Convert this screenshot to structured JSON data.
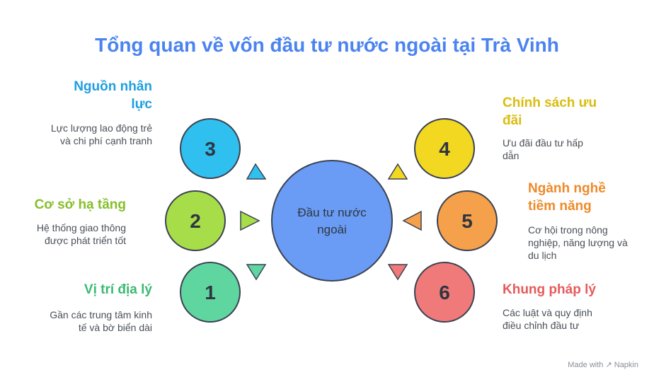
{
  "title": "Tổng quan về vốn đầu tư nước ngoài tại Trà Vinh",
  "center": {
    "line1": "Đầu tư nước",
    "line2": "ngoài",
    "color": "#6a9cf5"
  },
  "items": [
    {
      "number": "1",
      "heading": "Vị trí địa lý",
      "desc": "Gần các trung tâm kinh tế và bờ biển dài",
      "color": "#5fd6a0",
      "head_color": "#3bba72"
    },
    {
      "number": "2",
      "heading": "Cơ sở hạ tầng",
      "desc": "Hệ thống giao thông được phát triển tốt",
      "color": "#a8dd4a",
      "head_color": "#86bf2a"
    },
    {
      "number": "3",
      "heading": "Nguồn nhân lực",
      "desc": "Lực lượng lao động trẻ và chi phí cạnh tranh",
      "color": "#2fc0f0",
      "head_color": "#1e9fe0"
    },
    {
      "number": "4",
      "heading": "Chính sách ưu đãi",
      "desc": "Ưu đãi đầu tư hấp dẫn",
      "color": "#f2d820",
      "head_color": "#d9bd10"
    },
    {
      "number": "5",
      "heading": "Ngành nghề tiềm năng",
      "desc": "Cơ hội trong nông nghiệp, năng lượng và du lịch",
      "color": "#f5a04a",
      "head_color": "#ee8a2a"
    },
    {
      "number": "6",
      "heading": "Khung pháp lý",
      "desc": "Các luật và quy định điều chỉnh đầu tư",
      "color": "#f07a7a",
      "head_color": "#e65a5a"
    }
  ],
  "footer": {
    "made_with": "Made with",
    "brand": "Napkin"
  }
}
